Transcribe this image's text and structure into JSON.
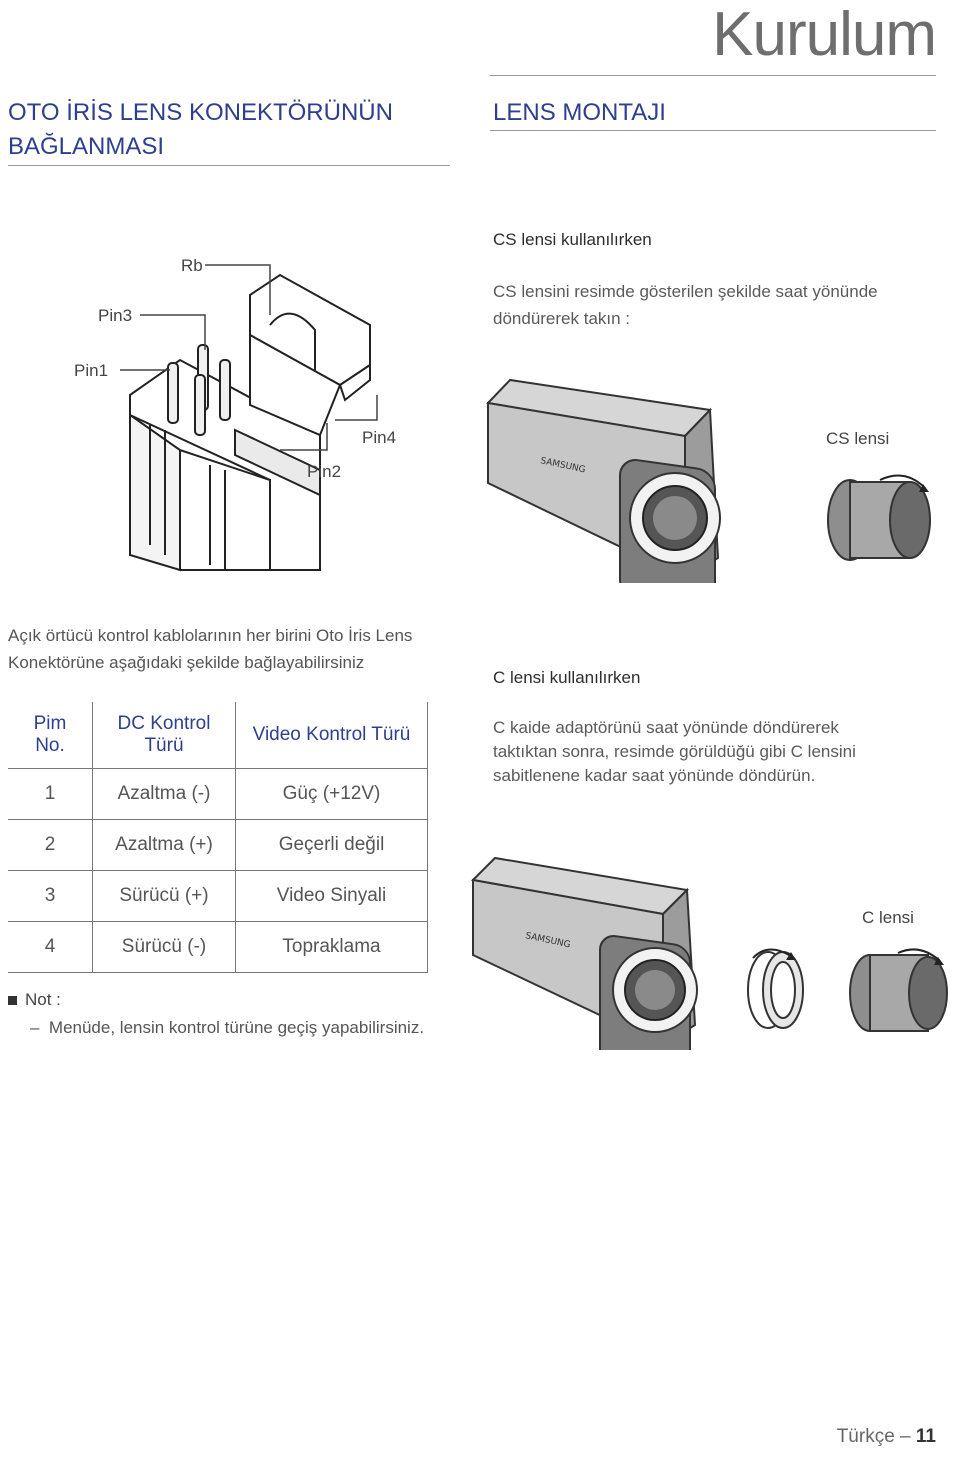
{
  "header": {
    "title": "Kurulum"
  },
  "left": {
    "title_line1": "OTO İRİS LENS KONEKTÖRÜNÜN",
    "title_line2": "BAĞLANMASI",
    "connector_labels": {
      "rb": "Rb",
      "pin3": "Pin3",
      "pin1": "Pin1",
      "pin4": "Pin4",
      "pin2": "Pin2"
    },
    "desc_line1": "Açık örtücü kontrol kablolarının her birini Oto İris Lens",
    "desc_line2": "Konektörüne aşağıdaki şekilde bağlayabilirsiniz",
    "table": {
      "headers": {
        "pin_l1": "Pim",
        "pin_l2": "No.",
        "dc_l1": "DC Kontrol",
        "dc_l2": "Türü",
        "video": "Video Kontrol Türü"
      },
      "rows": [
        {
          "pin": "1",
          "dc": "Azaltma (-)",
          "video": "Güç (+12V)"
        },
        {
          "pin": "2",
          "dc": "Azaltma (+)",
          "video": "Geçerli değil"
        },
        {
          "pin": "3",
          "dc": "Sürücü (+)",
          "video": "Video Sinyali"
        },
        {
          "pin": "4",
          "dc": "Sürücü (-)",
          "video": "Topraklama"
        }
      ]
    },
    "note": {
      "title": "Not :",
      "text": "Menüde, lensin kontrol türüne geçiş yapabilirsiniz."
    }
  },
  "right": {
    "title": "LENS MONTAJI",
    "cs": {
      "subtitle": "CS lensi kullanılırken",
      "desc_line1": "CS lensini resimde gösterilen şekilde saat yönünde",
      "desc_line2": "döndürerek takın :",
      "lens_label": "CS lensi",
      "brand": "SAMSUNG"
    },
    "c": {
      "subtitle": "C lensi kullanılırken",
      "desc_line1": "C kaide adaptörünü saat yönünde döndürerek",
      "desc_line2": "taktıktan sonra, resimde görüldüğü gibi C lensini",
      "desc_line3": "sabitlenene kadar saat yönünde döndürün.",
      "lens_label": "C lensi",
      "brand": "SAMSUNG"
    }
  },
  "footer": {
    "language": "Türkçe",
    "page": "11"
  }
}
